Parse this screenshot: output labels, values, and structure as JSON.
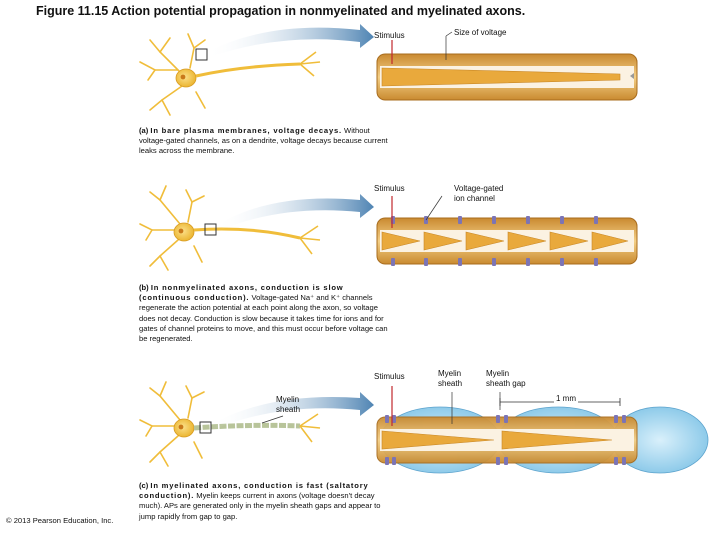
{
  "title": "Figure 11.15 Action potential propagation in nonmyelinated and myelinated axons.",
  "panel_a": {
    "stimulus": "Stimulus",
    "size_of_voltage": "Size of voltage",
    "letter": "(a)",
    "heading": "In bare plasma membranes, voltage decays.",
    "body": "Without voltage-gated channels, as on a dendrite, voltage decays because current leaks across the membrane."
  },
  "panel_b": {
    "stimulus": "Stimulus",
    "channel_label_1": "Voltage-gated",
    "channel_label_2": "ion channel",
    "letter": "(b)",
    "heading": "In nonmyelinated axons, conduction is slow (continuous conduction).",
    "body": "Voltage-gated Na⁺ and K⁺ channels regenerate the action potential at each point along the axon, so voltage does not decay. Conduction is slow because it takes time for ions and for gates of channel proteins to move, and this must occur before voltage can be regenerated."
  },
  "panel_c": {
    "stimulus": "Stimulus",
    "myelin_sheath_1": "Myelin",
    "myelin_sheath_2": "sheath",
    "gap_1": "Myelin",
    "gap_2": "sheath gap",
    "scale": "1 mm",
    "neuron_sheath_1": "Myelin",
    "neuron_sheath_2": "sheath",
    "letter": "(c)",
    "heading": "In myelinated axons, conduction is fast (saltatory conduction).",
    "body": "Myelin keeps current in axons (voltage doesn't decay much). APs are generated only in the myelin sheath gaps and appear to jump rapidly from gap to gap."
  },
  "copyright": "© 2013 Pearson Education, Inc.",
  "colors": {
    "neuron": "#f2c13a",
    "axon_tube": "#e3a94a",
    "axon_light": "#f6d79a",
    "myelin": "#9fd4ee",
    "channel": "#7c74b4",
    "arrow_blue": "#5f8fb8",
    "stimulus_red": "#c0282d"
  }
}
